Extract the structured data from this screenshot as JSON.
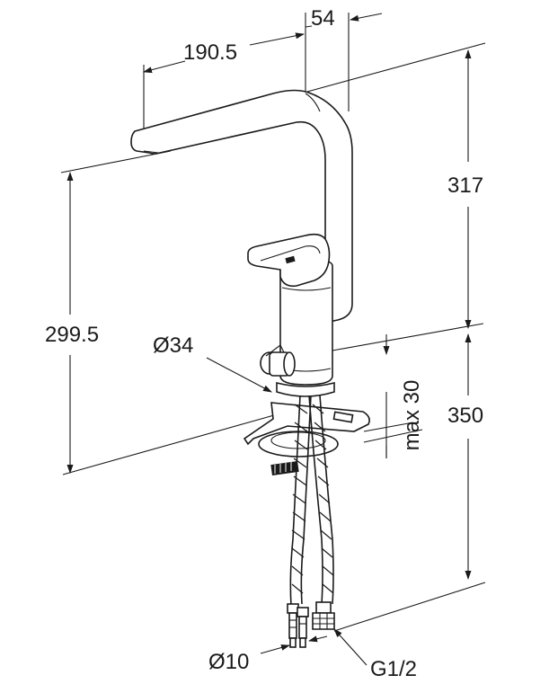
{
  "dimensions": {
    "spout_reach": "190.5",
    "spout_offset": "54",
    "total_height": "317",
    "spout_height": "299.5",
    "base_diameter": "Ø34",
    "deck_thickness": "max 30",
    "hose_length": "350",
    "hose_diameter": "Ø10",
    "connection_thread": "G1/2"
  },
  "colors": {
    "line": "#1a1a1a",
    "background": "#ffffff"
  }
}
